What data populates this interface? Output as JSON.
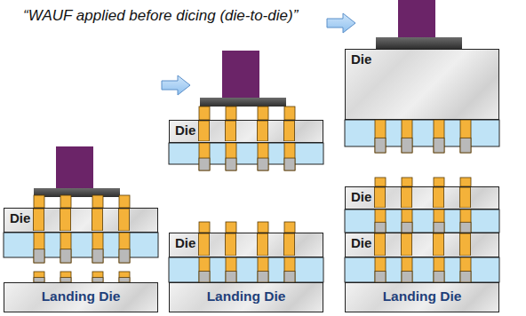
{
  "diagram": {
    "title": "“WAUF applied before dicing (die-to-die)”",
    "nodes": [
      {
        "text": [
          "Die"
        ]
      },
      {
        "text": [
          "Landing Die"
        ]
      },
      {
        "text": [
          "Die"
        ]
      },
      {
        "text": [
          "Die"
        ]
      },
      {
        "text": [
          "Landing Die"
        ]
      },
      {
        "text": [
          "Die"
        ]
      },
      {
        "text": [
          "Die"
        ]
      },
      {
        "text": [
          "Die"
        ]
      },
      {
        "text": [
          "Landing Die"
        ]
      }
    ]
  }
}
